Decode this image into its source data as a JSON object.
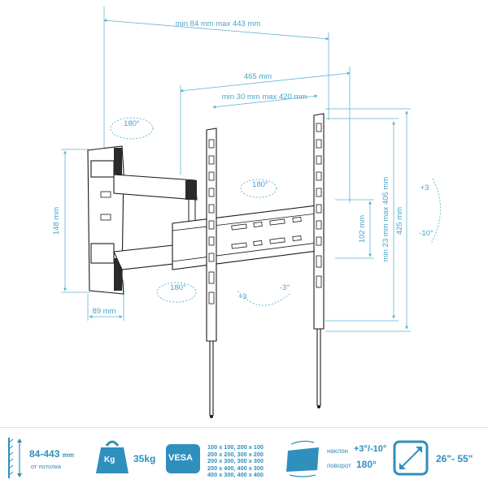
{
  "dimensions": {
    "retract_range": "min 84 mm max 443 mm",
    "plate_width": "465 mm",
    "plate_range": "min 30 mm max 420 mm",
    "wall_plate_height": "148 mm",
    "wall_plate_depth": "89 mm",
    "rail_height": "102 mm",
    "vertical_range": "min 23 mm max 405 mm",
    "bracket_height": "425 mm",
    "rot_wall": "180°",
    "rot_mid": "180°",
    "rot_bottom": "180°",
    "tilt_plus_left": "+3",
    "tilt_minus_left": "-3°",
    "tilt_plus_right": "+3",
    "tilt_minus_right": "-10°"
  },
  "footer": {
    "distance_value": "84-443",
    "distance_unit": "mm",
    "distance_note": "от потолка",
    "weight_icon_label": "Kg",
    "weight_value": "35kg",
    "vesa_label": "VESA",
    "vesa_sizes": [
      "100 x 100, 200 x 100",
      "200 x 200, 300 x 200",
      "200 x 300, 300 x 300",
      "200 x 400, 400 x 300",
      "400 x 300, 400 x 400"
    ],
    "tilt_label": "наклон",
    "tilt_value": "+3°/-10°",
    "swivel_label": "поворот",
    "swivel_value": "180°",
    "screen_size": "26\"- 55\""
  }
}
